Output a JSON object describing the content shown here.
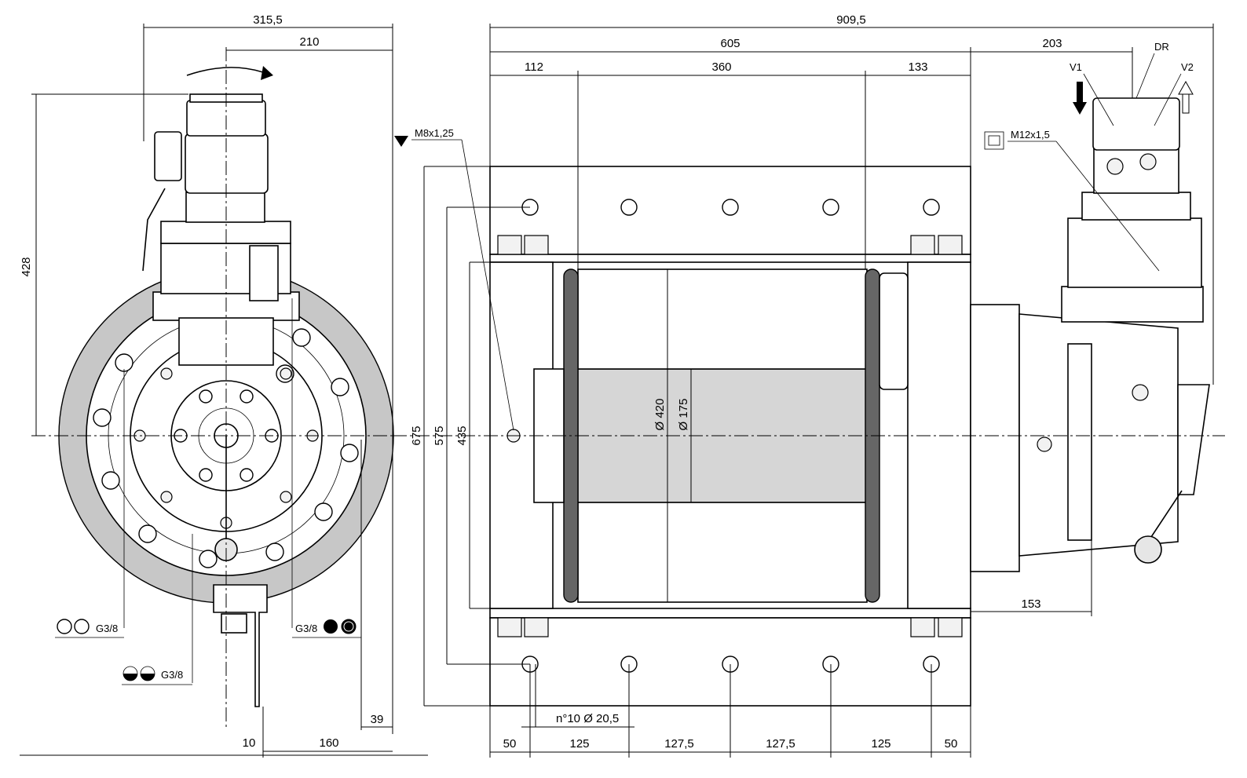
{
  "dimensions": {
    "overall_width": "909,5",
    "side_width": "315,5",
    "side_half": "210",
    "height_to_top": "428",
    "frame_length": "605",
    "left_flange": "112",
    "drum_length": "360",
    "right_flange": "133",
    "motor_length": "203",
    "height_675": "675",
    "height_575": "575",
    "height_435": "435",
    "drum_flange_dia": "Ø 420",
    "drum_core_dia": "Ø 175",
    "offset_153": "153",
    "bottom_39": "39",
    "bottom_10": "10",
    "bottom_160": "160",
    "hole_spec": "n°10 Ø 20,5",
    "pitch_50_left": "50",
    "pitch_125_a": "125",
    "pitch_127_5_a": "127,5",
    "pitch_127_5_b": "127,5",
    "pitch_125_b": "125",
    "pitch_50_right": "50"
  },
  "ports": {
    "thread_m8": "M8x1,25",
    "thread_m12": "M12x1,5",
    "g38_a": "G3/8",
    "g38_b": "G3/8",
    "g38_c": "G3/8",
    "port_dr": "DR",
    "port_v1": "V1",
    "port_v2": "V2"
  },
  "colors": {
    "drum_fill": "#d6d6d6",
    "brake_disc_fill": "#c7c7c7"
  }
}
